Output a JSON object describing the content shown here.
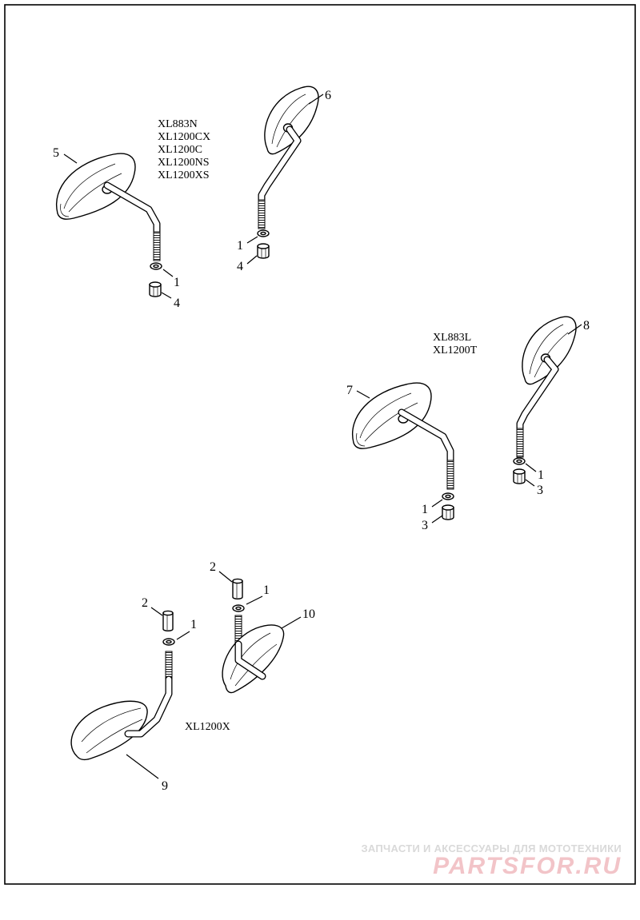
{
  "diagram": {
    "groups": [
      {
        "models": [
          "XL883N",
          "XL1200CX",
          "XL1200C",
          "XL1200NS",
          "XL1200XS"
        ],
        "callouts": [
          "5",
          "6",
          "1",
          "4",
          "1",
          "4"
        ]
      },
      {
        "models": [
          "XL883L",
          "XL1200T"
        ],
        "callouts": [
          "7",
          "8",
          "1",
          "3",
          "1",
          "3"
        ]
      },
      {
        "models": [
          "XL1200X"
        ],
        "callouts": [
          "2",
          "1",
          "2",
          "1",
          "10",
          "9"
        ]
      }
    ]
  },
  "watermark": {
    "tagline": "ЗАПЧАСТИ И АКСЕССУАРЫ ДЛЯ МОТОТЕХНИКИ",
    "logo": "PARTSFOR.RU"
  }
}
